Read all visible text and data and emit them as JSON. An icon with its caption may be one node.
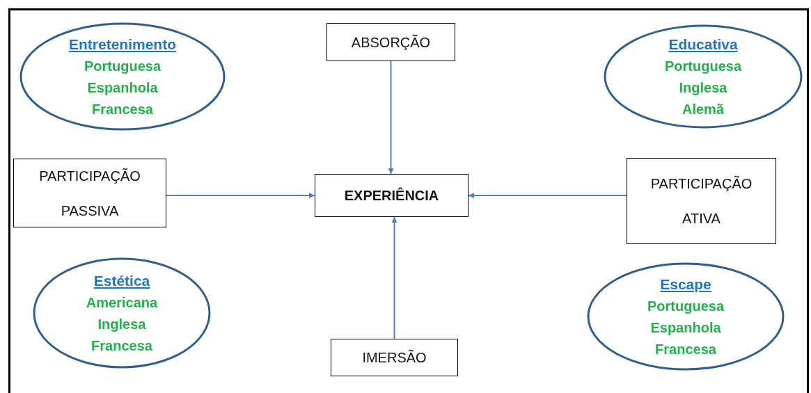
{
  "diagram": {
    "nodes": [
      {
        "text": [
          "Entretenimento",
          "Portuguesa",
          "Espanhola",
          "Francesa"
        ]
      },
      {
        "text": [
          "ABSORÇÃO"
        ]
      },
      {
        "text": [
          "Educativa",
          "Portuguesa",
          "Inglesa",
          "Alemã"
        ]
      },
      {
        "text": [
          "PARTICIPAÇÃO PASSIVA"
        ]
      },
      {
        "text": [
          "EXPERIÊNCIA"
        ]
      },
      {
        "text": [
          "PARTICIPAÇÃO ATIVA"
        ]
      },
      {
        "text": [
          "Estética",
          "Americana",
          "Inglesa",
          "Francesa"
        ]
      },
      {
        "text": [
          "Escape",
          "Portuguesa",
          "Espanhola",
          "Francesa"
        ]
      },
      {
        "text": [
          "IMERSÃO"
        ]
      }
    ],
    "edges": [
      {
        "from": 1,
        "to": 4,
        "arrow": "to"
      },
      {
        "from": 3,
        "to": 4,
        "arrow": "to"
      },
      {
        "from": 5,
        "to": 4,
        "arrow": "to"
      },
      {
        "from": 8,
        "to": 4,
        "arrow": "to"
      }
    ]
  }
}
